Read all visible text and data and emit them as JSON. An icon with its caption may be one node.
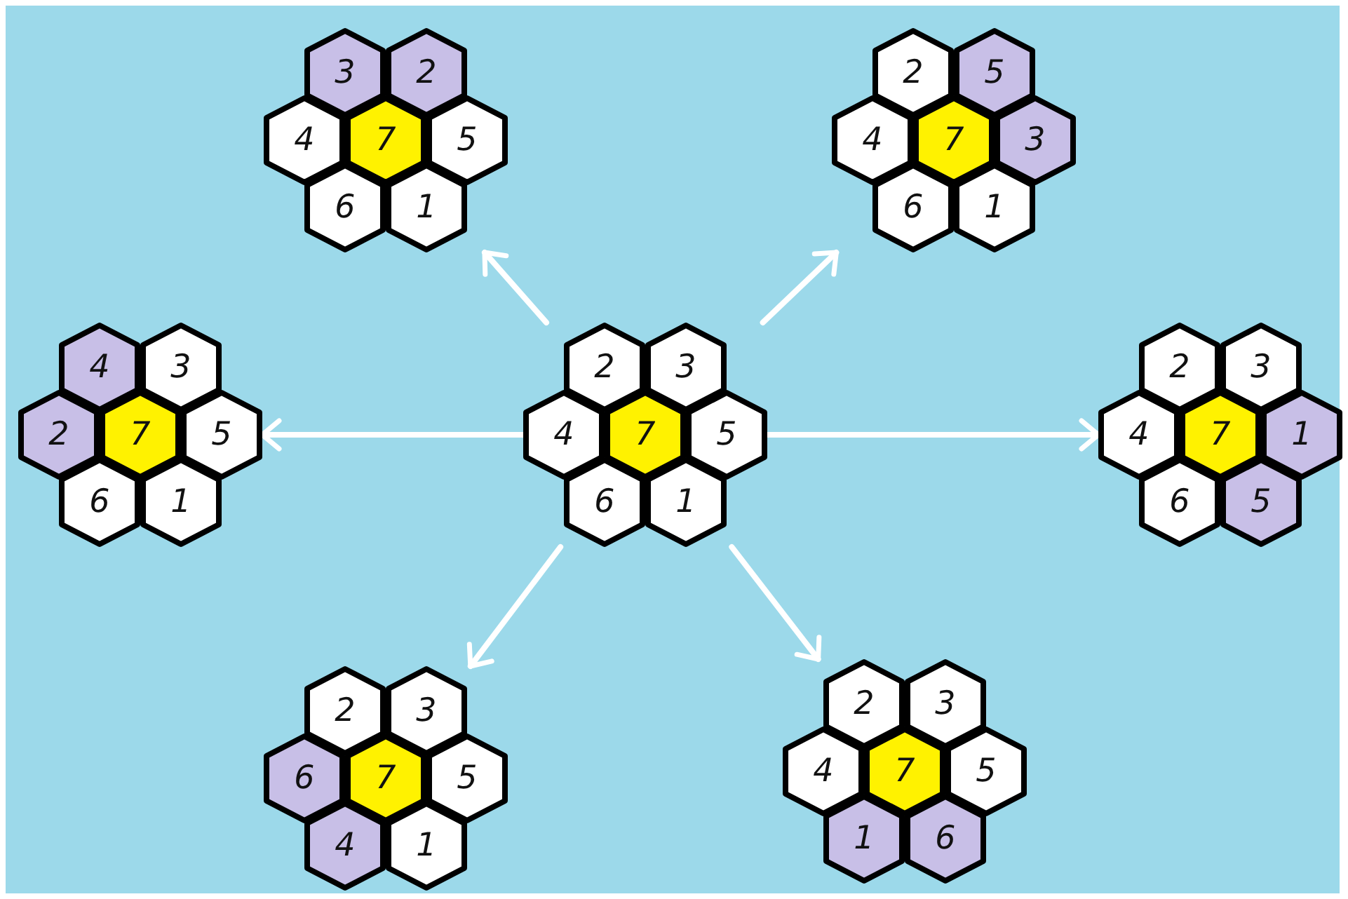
{
  "diagram": {
    "nodes": [
      {
        "text": [],
        "shape": "cluster"
      },
      {
        "text": [
          "3"
        ],
        "in": 0
      },
      {
        "text": [
          "2"
        ],
        "in": 0
      },
      {
        "text": [
          "4"
        ],
        "in": 0
      },
      {
        "text": [
          "7"
        ],
        "in": 0
      },
      {
        "text": [
          "5"
        ],
        "in": 0
      },
      {
        "text": [
          "6"
        ],
        "in": 0
      },
      {
        "text": [
          "1"
        ],
        "in": 0
      },
      {
        "text": [],
        "shape": "cluster"
      },
      {
        "text": [
          "2"
        ],
        "in": 8
      },
      {
        "text": [
          "5"
        ],
        "in": 8
      },
      {
        "text": [
          "4"
        ],
        "in": 8
      },
      {
        "text": [
          "7"
        ],
        "in": 8
      },
      {
        "text": [
          "3"
        ],
        "in": 8
      },
      {
        "text": [
          "6"
        ],
        "in": 8
      },
      {
        "text": [
          "1"
        ],
        "in": 8
      },
      {
        "text": [],
        "shape": "cluster"
      },
      {
        "text": [
          "4"
        ],
        "in": 16
      },
      {
        "text": [
          "3"
        ],
        "in": 16
      },
      {
        "text": [
          "2"
        ],
        "in": 16
      },
      {
        "text": [
          "7"
        ],
        "in": 16
      },
      {
        "text": [
          "5"
        ],
        "in": 16
      },
      {
        "text": [
          "6"
        ],
        "in": 16
      },
      {
        "text": [
          "1"
        ],
        "in": 16
      },
      {
        "text": [],
        "shape": "cluster"
      },
      {
        "text": [
          "2"
        ],
        "in": 24
      },
      {
        "text": [
          "3"
        ],
        "in": 24
      },
      {
        "text": [
          "4"
        ],
        "in": 24
      },
      {
        "text": [
          "7"
        ],
        "in": 24
      },
      {
        "text": [
          "5"
        ],
        "in": 24
      },
      {
        "text": [
          "6"
        ],
        "in": 24
      },
      {
        "text": [
          "1"
        ],
        "in": 24
      },
      {
        "text": [],
        "shape": "cluster"
      },
      {
        "text": [
          "2"
        ],
        "in": 32
      },
      {
        "text": [
          "3"
        ],
        "in": 32
      },
      {
        "text": [
          "4"
        ],
        "in": 32
      },
      {
        "text": [
          "7"
        ],
        "in": 32
      },
      {
        "text": [
          "1"
        ],
        "in": 32
      },
      {
        "text": [
          "6"
        ],
        "in": 32
      },
      {
        "text": [
          "5"
        ],
        "in": 32
      },
      {
        "text": [],
        "shape": "cluster"
      },
      {
        "text": [
          "2"
        ],
        "in": 40
      },
      {
        "text": [
          "3"
        ],
        "in": 40
      },
      {
        "text": [
          "6"
        ],
        "in": 40
      },
      {
        "text": [
          "7"
        ],
        "in": 40
      },
      {
        "text": [
          "5"
        ],
        "in": 40
      },
      {
        "text": [
          "4"
        ],
        "in": 40
      },
      {
        "text": [
          "1"
        ],
        "in": 40
      },
      {
        "text": [],
        "shape": "cluster"
      },
      {
        "text": [
          "2"
        ],
        "in": 48
      },
      {
        "text": [
          "3"
        ],
        "in": 48
      },
      {
        "text": [
          "4"
        ],
        "in": 48
      },
      {
        "text": [
          "7"
        ],
        "in": 48
      },
      {
        "text": [
          "5"
        ],
        "in": 48
      },
      {
        "text": [
          "1"
        ],
        "in": 48
      },
      {
        "text": [
          "6"
        ],
        "in": 48
      }
    ],
    "edges": [
      {
        "from": 24,
        "to": 0,
        "arrow": "to"
      },
      {
        "from": 24,
        "to": 8,
        "arrow": "to"
      },
      {
        "from": 24,
        "to": 16,
        "arrow": "to"
      },
      {
        "from": 24,
        "to": 32,
        "arrow": "to"
      },
      {
        "from": 24,
        "to": 40,
        "arrow": "to"
      },
      {
        "from": 24,
        "to": 48,
        "arrow": "to"
      }
    ]
  }
}
